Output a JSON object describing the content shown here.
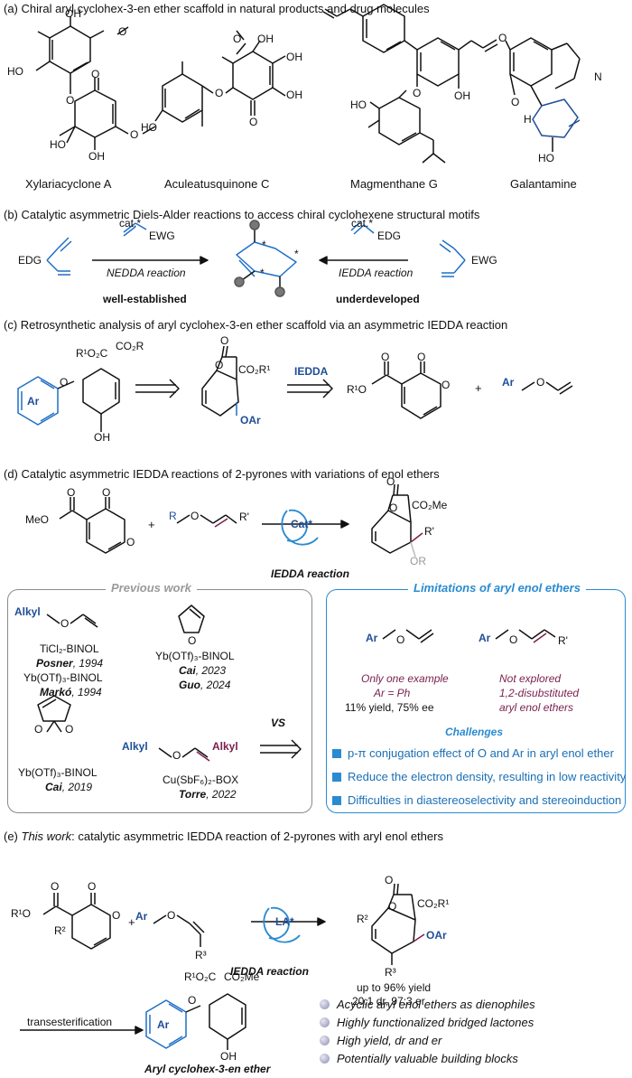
{
  "section_a": {
    "title": "(a) Chiral aryl cyclohex-3-en ether scaffold in natural products and drug molecules",
    "compounds": [
      "Xylariacyclone A",
      "Aculeatusquinone C",
      "Magmenthane G",
      "Galantamine"
    ]
  },
  "section_b": {
    "title": "(b) Catalytic asymmetric Diels-Alder reactions to access chiral cyclohexene structural motifs",
    "left_catalyst": "cat.*",
    "left_reagent": "EWG",
    "left_substituent": "EDG",
    "left_reaction": "NEDDA reaction",
    "left_status": "well-established",
    "right_catalyst": "cat.*",
    "right_reagent": "EDG",
    "right_substituent": "EWG",
    "right_reaction": "IEDDA reaction",
    "right_status": "underdeveloped"
  },
  "section_c": {
    "title": "(c) Retrosynthetic analysis of aryl cyclohex-3-en ether scaffold via an asymmetric IEDDA reaction",
    "ester_label": "R¹O₂C",
    "ester_label2": "CO₂R",
    "ar_label": "Ar",
    "oh_label": "OH",
    "bridged_ester": "CO₂R¹",
    "bridged_oar": "OAr",
    "arrow_label": "IEDDA",
    "pyrone_r": "R¹O",
    "plus": "+",
    "enol_ar": "Ar"
  },
  "section_d": {
    "title": "(d) Catalytic asymmetric IEDDA reactions of 2-pyrones with variations of enol ethers",
    "meo": "MeO",
    "plus": "+",
    "enol_r": "R",
    "enol_rp": "R'",
    "catalyst": "Cat*",
    "reaction": "IEDDA reaction",
    "product_ester": "CO₂Me",
    "product_r": "R'",
    "product_or": "OR",
    "previous_title": "Previous work",
    "prev_alkyl": "Alkyl",
    "prev_1_cat": "TiCl₂-BINOL",
    "prev_1_author": "Posner",
    "prev_1_year": ", 1994",
    "prev_2_cat": "Yb(OTf)₃-BINOL",
    "prev_2_author": "Markó",
    "prev_2_year": ", 1994",
    "prev_3_cat": "Yb(OTf)₃-BINOL",
    "prev_3_author": "Cai",
    "prev_3_year": ", 2023",
    "prev_3b_author": "Guo",
    "prev_3b_year": ", 2024",
    "prev_4_cat": "Yb(OTf)₃-BINOL",
    "prev_4_author": "Cai",
    "prev_4_year": ", 2019",
    "prev_5_alkyl_left": "Alkyl",
    "prev_5_alkyl_right": "Alkyl",
    "prev_5_cat": "Cu(SbF₆)₂-BOX",
    "prev_5_author": "Torre",
    "prev_5_year": ", 2022",
    "vs": "VS",
    "limitations_title": "Limitations of aryl enol ethers",
    "lim_ar1": "Ar",
    "lim_ar2": "Ar",
    "lim_r": "R'",
    "lim_left_1": "Only one example",
    "lim_left_2": "Ar = Ph",
    "lim_left_3": "11% yield, 75% ee",
    "lim_right_1": "Not explored",
    "lim_right_2": "1,2-disubstituted",
    "lim_right_3": "aryl enol ethers",
    "challenges_title": "Challenges",
    "challenges": [
      "p-π conjugation effect of O and Ar in aryl enol ether",
      "Reduce the electron density, resulting in low reactivity",
      "Difficulties in diastereoselectivity and stereoinduction"
    ]
  },
  "section_e": {
    "title_prefix": "(e) ",
    "title_italic": "This work",
    "title_rest": ": catalytic asymmetric IEDDA reaction of 2-pyrones with aryl enol ethers",
    "r1o": "R¹O",
    "r2": "R²",
    "plus": "+",
    "ar": "Ar",
    "r3": "R³",
    "catalyst": "LA*",
    "reaction": "IEDDA reaction",
    "product_r2": "R²",
    "product_ester": "CO₂R¹",
    "product_oar": "OAr",
    "product_r3": "R³",
    "yield": "up to 96% yield",
    "selectivity": "20:1 dr, 97:3 er",
    "transesterification": "transesterification",
    "final_ester1": "R¹O₂C",
    "final_ester2": "CO₂Me",
    "final_ar": "Ar",
    "final_oh": "OH",
    "final_name": "Aryl cyclohex-3-en ether",
    "features": [
      "Acyclic aryl enol ethers as dienophiles",
      "Highly functionalized bridged lactones",
      "High yield, dr and er",
      "Potentially valuable building blocks"
    ]
  }
}
